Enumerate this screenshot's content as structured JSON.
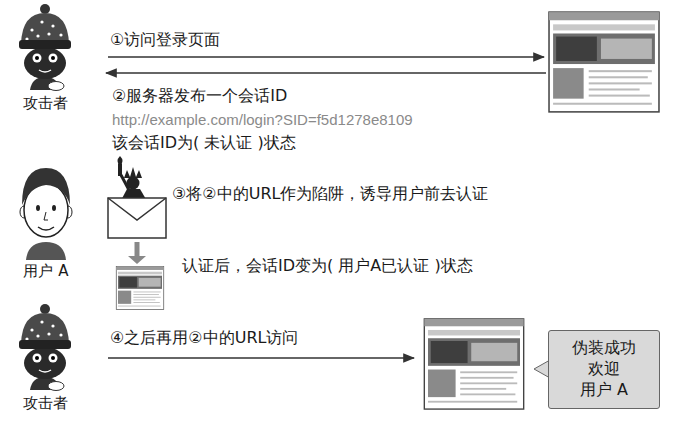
{
  "diagram": {
    "nodes": [
      {
        "text": [
          "伪装成功 欢迎 用户 A"
        ]
      }
    ],
    "labels": [
      "①访问登录页面",
      "攻击者",
      "②服务器发布一个会话ID",
      "http://example.com/login?SID=f5d1278e8109",
      "该会话ID为( 未认证 )状态",
      "③将②中的URL作为陷阱，诱导用户前去认证",
      "用户 A",
      "认证后，会话ID变为( 用户A已认证 )状态",
      "④之后再用②中的URL访问",
      "攻击者"
    ]
  }
}
